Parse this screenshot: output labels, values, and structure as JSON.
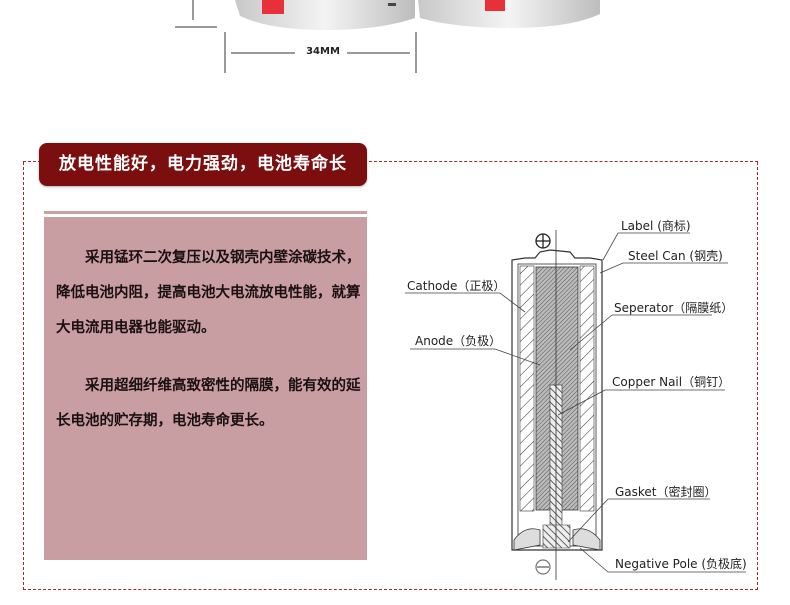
{
  "dimension": {
    "width_label": "34MM"
  },
  "banner": {
    "title": "放电性能好，电力强劲，电池寿命长"
  },
  "description": {
    "paragraph1": "采用锰环二次复压以及钢壳内壁涂碳技术，降低电池内阻，提高电池大电流放电性能，就算大电流用电器也能驱动。",
    "paragraph2": "采用超细纤维高致密性的隔膜，能有效的延长电池的贮存期，电池寿命更长。"
  },
  "diagram": {
    "labels": {
      "label": "Label (商标)",
      "steel_can": "Steel Can (钢壳)",
      "cathode": "Cathode（正极）",
      "separator": "Seperator（隔膜纸）",
      "anode": "Anode（负极）",
      "copper_nail": "Copper Nail（铜钉）",
      "gasket": "Gasket（密封圈）",
      "negative_pole": "Negative Pole (负极底)"
    }
  },
  "colors": {
    "banner": "#7b0f10",
    "text_box": "#c89ea3",
    "border": "#a02a35"
  }
}
